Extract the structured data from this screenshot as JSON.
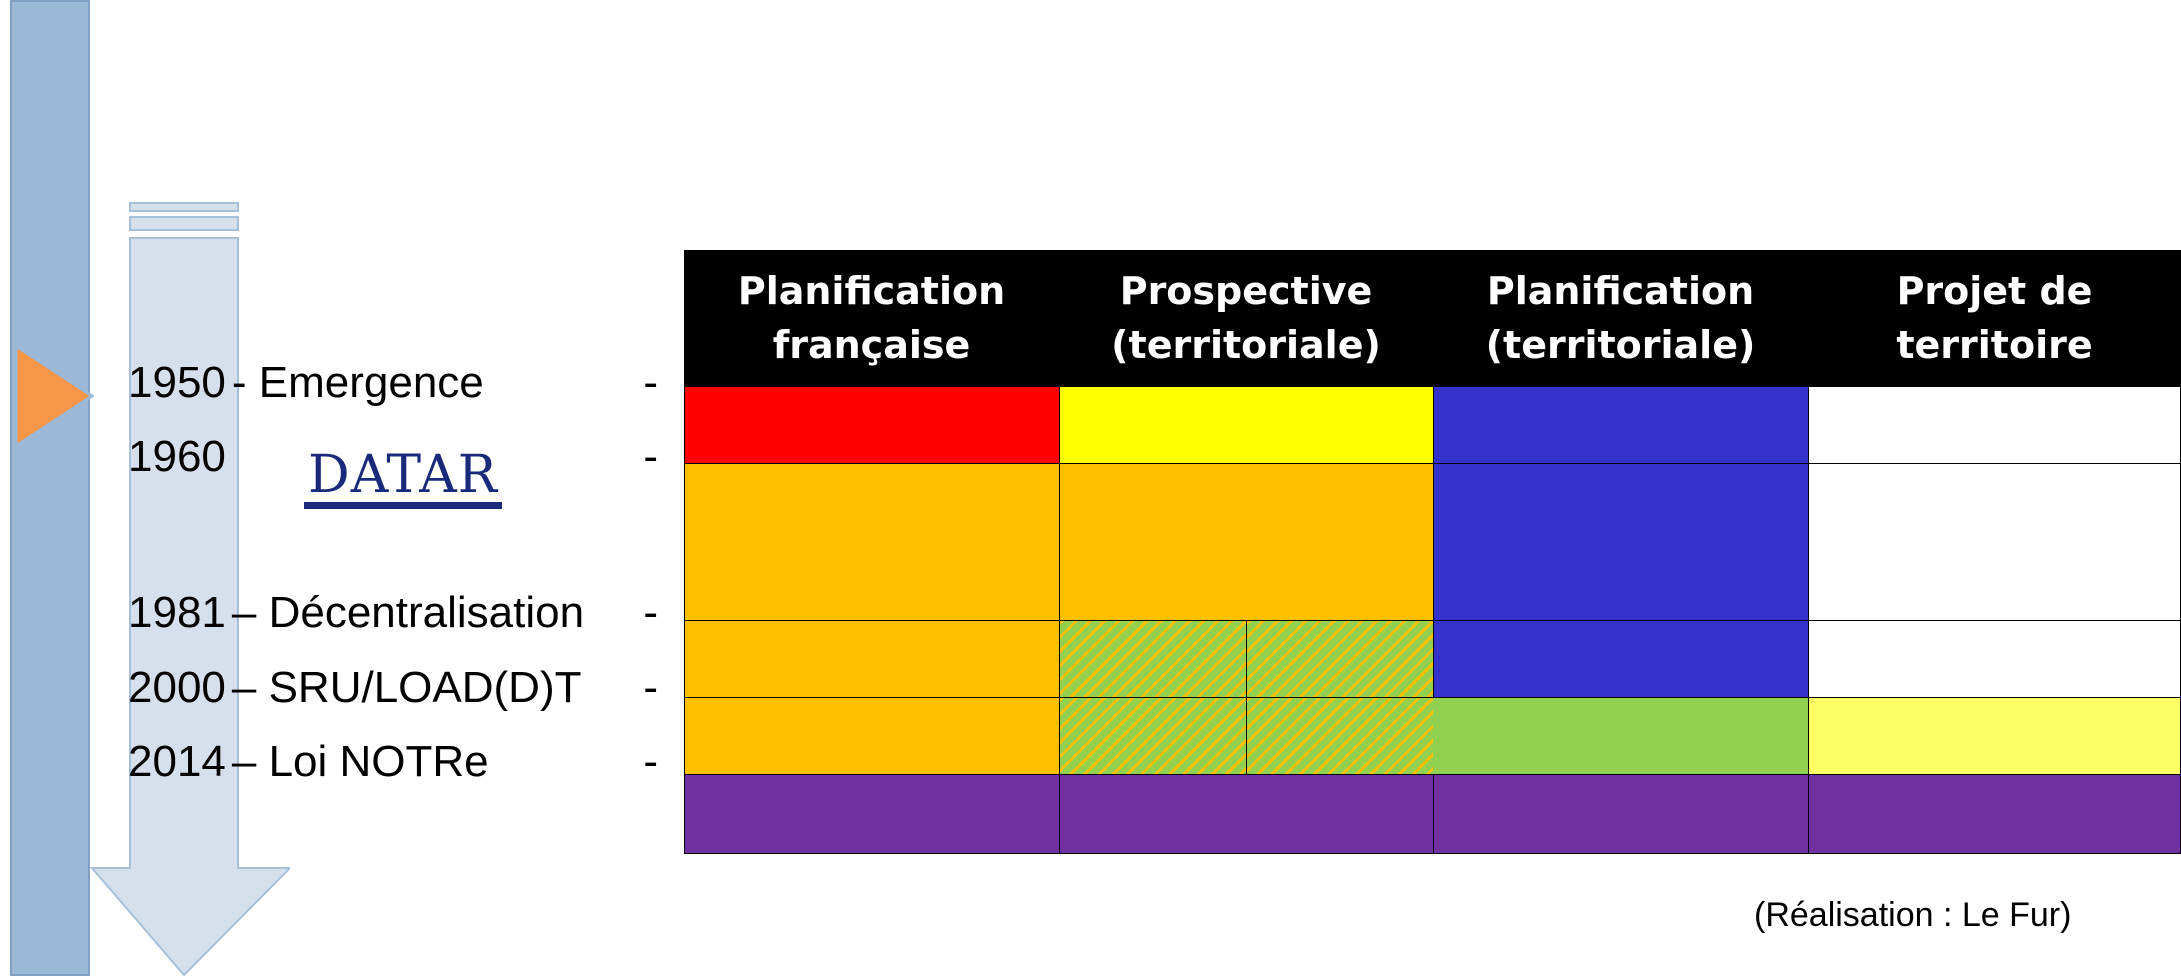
{
  "timeline": [
    {
      "year": "1950",
      "label": "- Emergence",
      "dash": "-"
    },
    {
      "year": "1960",
      "label": "",
      "dash": "-"
    },
    {
      "year": "1981",
      "label": "– Décentralisation",
      "dash": "-"
    },
    {
      "year": "2000",
      "label": "– SRU/LOAD(D)T",
      "dash": "-"
    },
    {
      "year": "2014",
      "label": "– Loi NOTRe",
      "dash": "-"
    }
  ],
  "logo": {
    "text": "DATAR",
    "color": "#1a2a7a"
  },
  "columns": [
    {
      "line1": "Planification",
      "line2": "française"
    },
    {
      "line1": "Prospective",
      "line2": "(territoriale)"
    },
    {
      "line1": "Planification",
      "line2": "(territoriale)"
    },
    {
      "line1": "Projet de",
      "line2": "territoire"
    }
  ],
  "colors": {
    "red": "#ff0000",
    "yellow": "#ffff00",
    "blue": "#3333cc",
    "orange": "#ffc000",
    "green": "#92d050",
    "light_yellow": "#ffff66",
    "purple": "#7030a0",
    "timeline_bar": "#9bb8d6",
    "arrow": "#d6e0ec",
    "marker": "#f79646"
  },
  "credit": "(Réalisation : Le Fur)"
}
